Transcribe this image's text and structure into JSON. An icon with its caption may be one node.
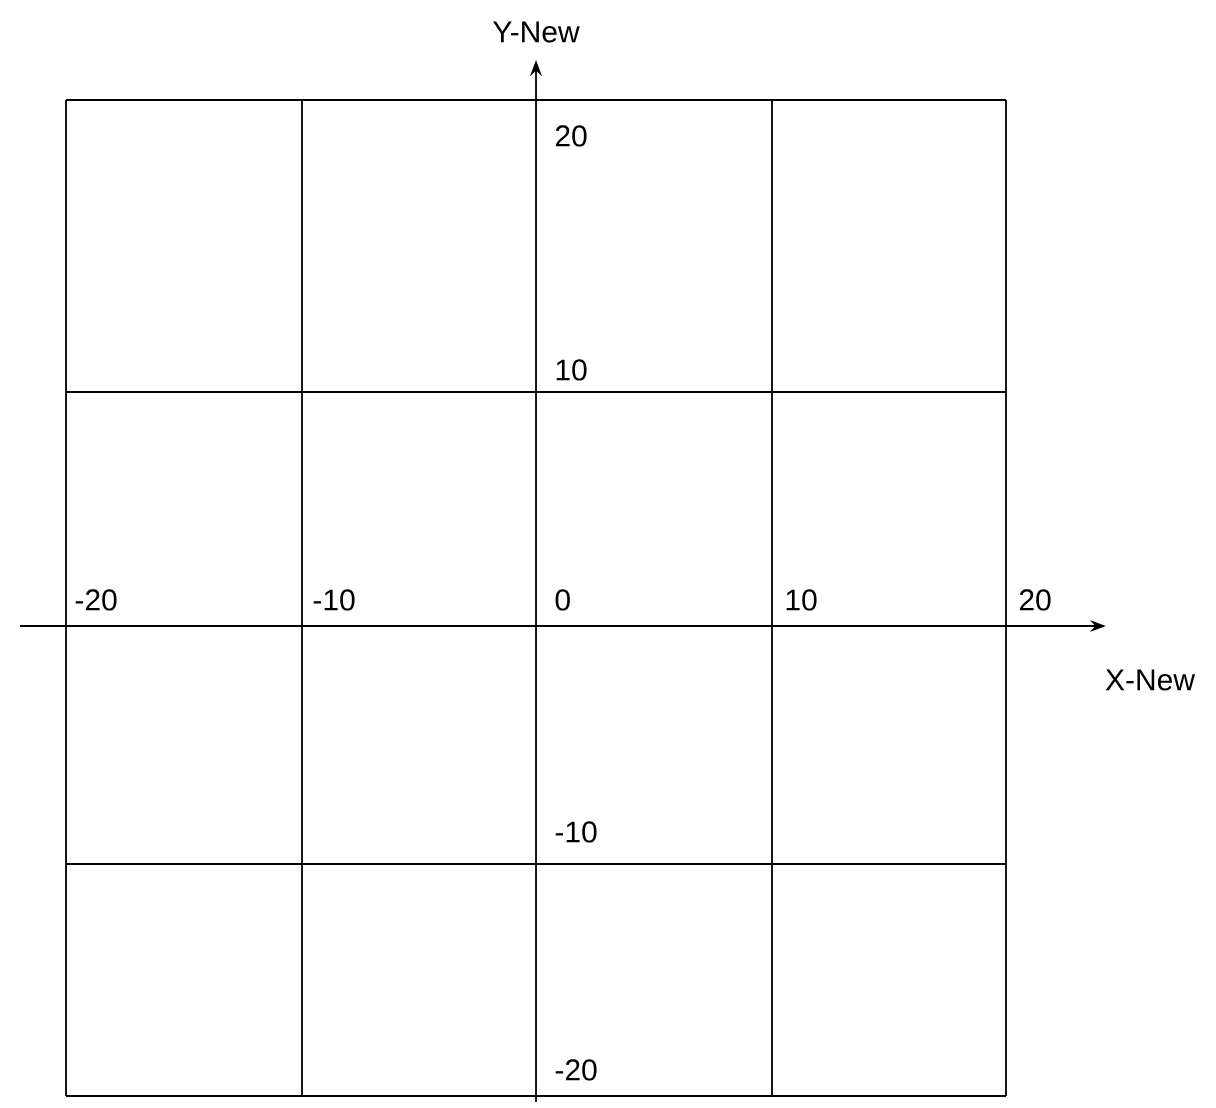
{
  "diagram": {
    "labels": [
      "Y-New",
      "20",
      "10",
      "-20",
      "-10",
      "0",
      "10",
      "20",
      "X-New",
      "-10",
      "-20"
    ]
  }
}
